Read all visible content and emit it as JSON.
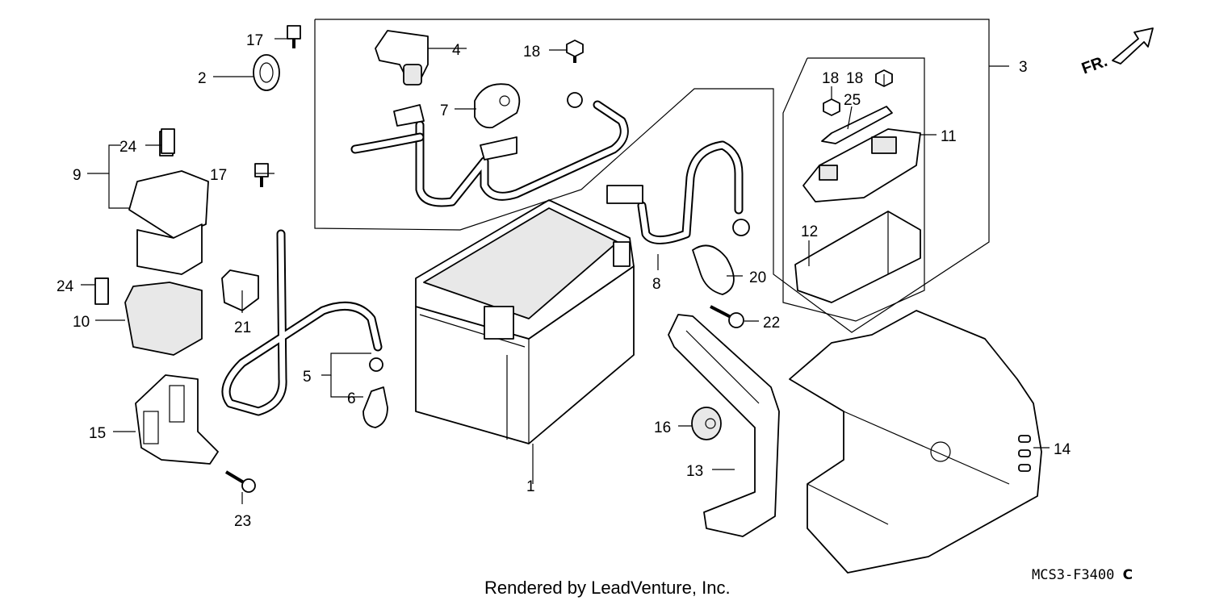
{
  "diagram": {
    "orientation_label": "FR.",
    "callouts": {
      "c1": "1",
      "c2": "2",
      "c3": "3",
      "c4": "4",
      "c5": "5",
      "c6": "6",
      "c7": "7",
      "c8": "8",
      "c9": "9",
      "c10": "10",
      "c11": "11",
      "c12": "12",
      "c13": "13",
      "c14": "14",
      "c15": "15",
      "c16": "16",
      "c17a": "17",
      "c17b": "17",
      "c18a": "18",
      "c18b": "18",
      "c18c": "18",
      "c20": "20",
      "c21": "21",
      "c22": "22",
      "c23": "23",
      "c24a": "24",
      "c24b": "24",
      "c25": "25"
    }
  },
  "footer": {
    "credit": "Rendered by LeadVenture, Inc.",
    "drawing_code": "MCS3-F3400",
    "revision": "C"
  }
}
